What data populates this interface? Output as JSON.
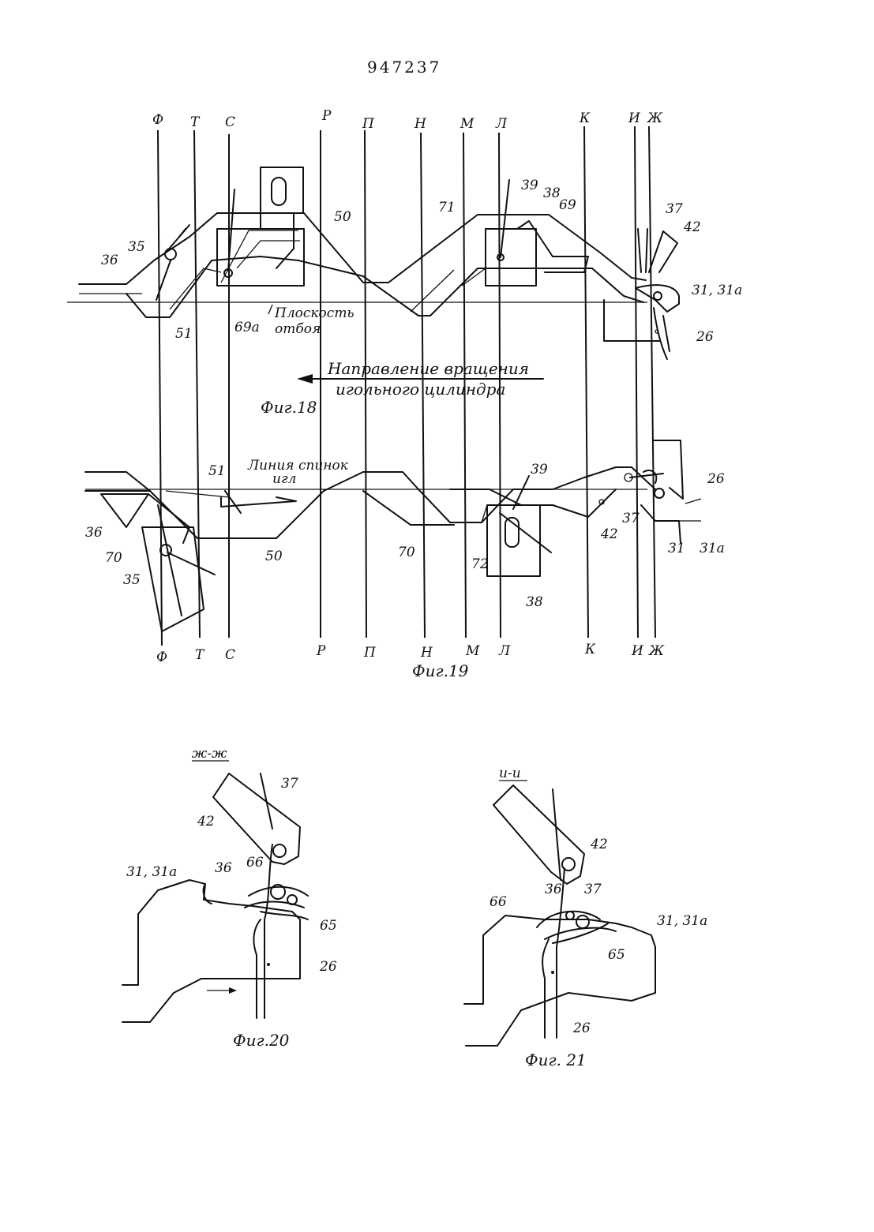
{
  "patent_number": "947237",
  "vertical_lines": [
    "Ф",
    "Т",
    "С",
    "Р",
    "П",
    "Н",
    "М",
    "Л",
    "К",
    "И",
    "Ж"
  ],
  "fig18": {
    "caption": "Фиг.18",
    "plane_label_1": "Плоскость",
    "plane_label_2": "отбоя",
    "rotation_1": "Направление вращения",
    "rotation_2": "игольного цилиндра",
    "labels": {
      "n36": "36",
      "n35": "35",
      "n51": "51",
      "n69a": "69а",
      "n50": "50",
      "n71": "71",
      "n39": "39",
      "n38": "38",
      "n69": "69",
      "n37": "37",
      "n42": "42",
      "n31": "31, 31а",
      "n26": "26"
    }
  },
  "fig19": {
    "caption": "Фиг.19",
    "backs_label_1": "Линия спинок",
    "backs_label_2": "игл",
    "labels": {
      "n51": "51",
      "n39": "39",
      "n26": "26",
      "n36": "36",
      "n70a": "70",
      "n35": "35",
      "n50": "50",
      "n70b": "70",
      "n72": "72",
      "n38": "38",
      "n42": "42",
      "n37": "37",
      "n31": "31",
      "n31a": "31а"
    }
  },
  "fig20": {
    "section": "ж-ж",
    "caption": "Фиг.20",
    "labels": {
      "n37": "37",
      "n42": "42",
      "n31": "31, 31а",
      "n36": "36",
      "n66": "66",
      "n65": "65",
      "n26": "26"
    }
  },
  "fig21": {
    "section": "и-и",
    "caption": "Фиг. 21",
    "labels": {
      "n42": "42",
      "n37": "37",
      "n36": "36",
      "n66": "66",
      "n65": "65",
      "n31": "31, 31а",
      "n26": "26"
    }
  }
}
